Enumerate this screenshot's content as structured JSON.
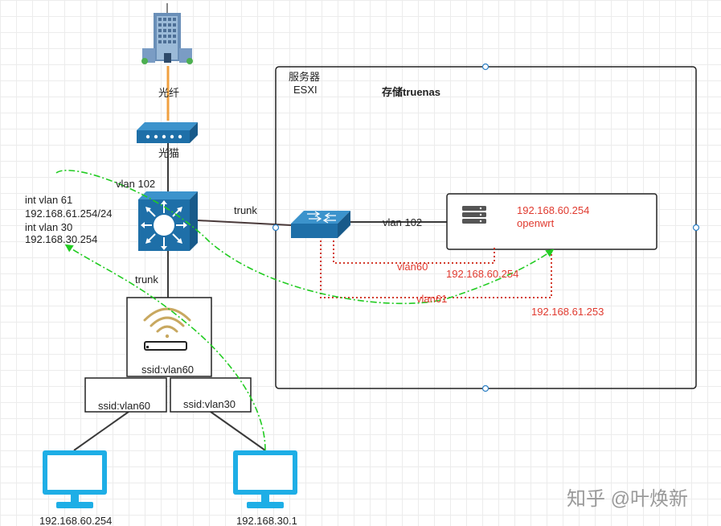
{
  "colors": {
    "fiber": "#f0a040",
    "link": "#3a3a3a",
    "trunk_link": "#4a3a3a",
    "vlan_dotted": "#d33a2c",
    "flow_arrow": "#22cc22",
    "device_blue": "#1e6fa8",
    "monitor_blue": "#1eaee6",
    "text_red": "#e03a2f"
  },
  "labels": {
    "fiber": "光纤",
    "modem": "光猫",
    "vlan102_top": "vlan 102",
    "trunk_right": "trunk",
    "trunk_down": "trunk",
    "core_switch_config": [
      "int vlan 61",
      "192.168.61.254/24",
      "int vlan 30",
      "192.168.30.254"
    ],
    "ap_ssid": "ssid:vlan60",
    "ssid_left": "ssid:vlan60",
    "ssid_right": "ssid:vlan30",
    "pc_left_ip": "192.168.60.254",
    "pc_right_ip": "192.168.30.1"
  },
  "server_box": {
    "title": "服务器",
    "subtitle": "ESXI",
    "storage": "存储truenas",
    "vlan_link": "vlan 102",
    "vm_ip": "192.168.60.254",
    "vm_name": "openwrt",
    "vlan60_label": "vlan60",
    "vlan60_ip": "192.168.60.254",
    "vlan61_label": "vlan61",
    "vlan61_ip": "192.168.61.253"
  },
  "watermark": "知乎 @叶焕新"
}
